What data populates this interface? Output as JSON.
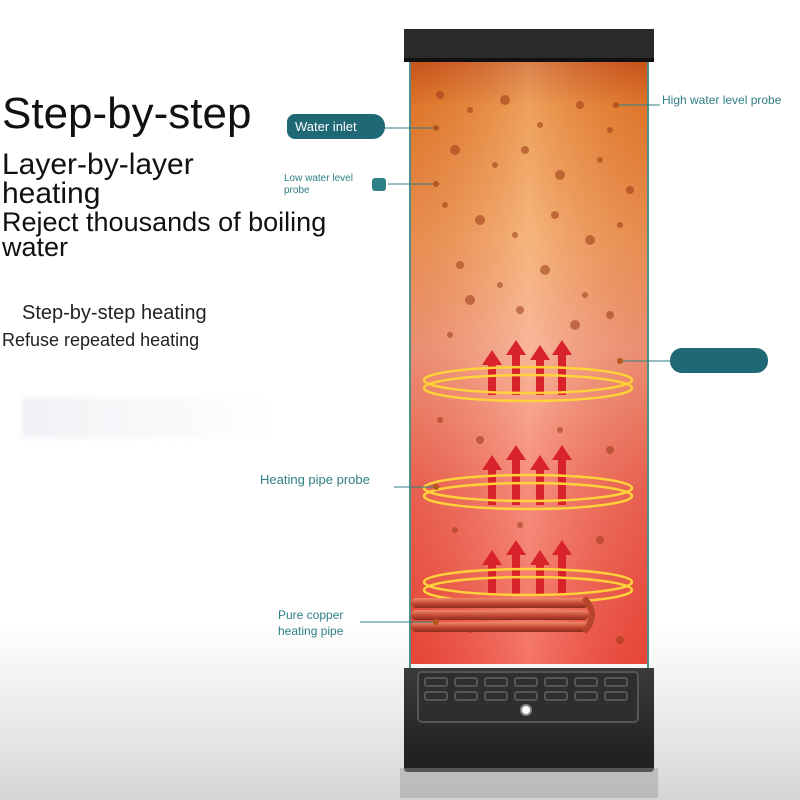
{
  "headline": "Step-by-step",
  "subheadline_1": "Layer-by-layer heating",
  "subheadline_2": "Reject thousands of boiling water",
  "feature_1": "Step-by-step heating",
  "feature_2": "Refuse repeated heating",
  "labels": {
    "water_inlet": "Water inlet",
    "high_water_level_probe": "High water level probe",
    "low_water_level_probe": "Low water level probe",
    "heating_pipe_probe": "Heating pipe probe",
    "pure_copper_heating_pipe": "Pure copper heating pipe"
  },
  "colors": {
    "label_teal": "#2f7f86",
    "pill_teal": "#1f6875",
    "water_orange": "#e8822e",
    "water_red": "#f04a3a",
    "device_black": "#2b2b2b"
  }
}
